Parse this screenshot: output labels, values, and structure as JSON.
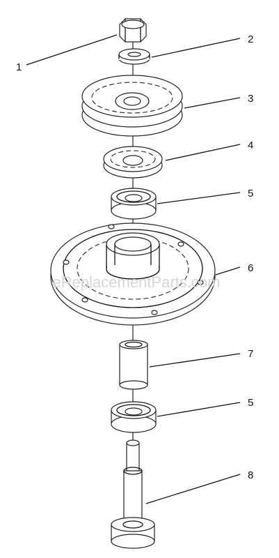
{
  "watermark": "eReplacementParts.com",
  "callouts": [
    {
      "id": "c1",
      "label": "1"
    },
    {
      "id": "c2",
      "label": "2"
    },
    {
      "id": "c3",
      "label": "3"
    },
    {
      "id": "c4",
      "label": "4"
    },
    {
      "id": "c5a",
      "label": "5"
    },
    {
      "id": "c6",
      "label": "6"
    },
    {
      "id": "c7",
      "label": "7"
    },
    {
      "id": "c5b",
      "label": "5"
    },
    {
      "id": "c8",
      "label": "8"
    }
  ]
}
